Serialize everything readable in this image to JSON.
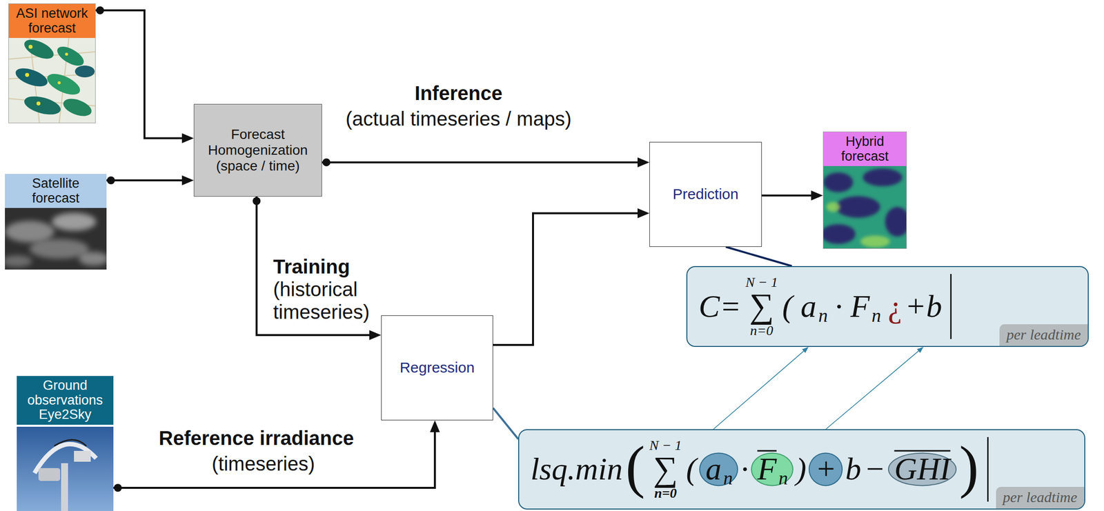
{
  "diagram": {
    "nodes": [
      {
        "text": [
          "ASI network forecast"
        ]
      },
      {
        "text": [
          "Satellite forecast"
        ]
      },
      {
        "text": [
          "Forecast Homogenization (space / time)"
        ]
      },
      {
        "text": [
          "Prediction"
        ]
      },
      {
        "text": [
          "Hybrid forecast"
        ]
      },
      {
        "text": [
          "C=",
          "N − 1",
          "∑",
          "n=0",
          "(",
          "a",
          "n",
          "·",
          "F",
          "n",
          "¿",
          "+b"
        ]
      },
      {
        "text": [
          "per leadtime"
        ],
        "in": 5
      },
      {
        "text": [
          "Regression"
        ]
      },
      {
        "text": [
          "Ground observations Eye2Sky"
        ]
      },
      {
        "text": [
          "lsq.min",
          "(",
          "N − 1",
          "∑",
          "n=0",
          "(",
          "a",
          "n",
          "·",
          "F",
          "n",
          ")",
          "+",
          "b",
          "−",
          "GHI",
          ")"
        ]
      },
      {
        "text": [
          "per leadtime"
        ],
        "in": 9
      }
    ],
    "edges": [
      {
        "from": 0,
        "to": 2,
        "arrow": "to"
      },
      {
        "from": 1,
        "to": 2,
        "arrow": "to"
      },
      {
        "from": 2,
        "to": 3,
        "label": "Inference",
        "arrow": "to"
      },
      {
        "from": 3,
        "to": 4,
        "arrow": "to"
      },
      {
        "from": 2,
        "to": 7,
        "label": "Training",
        "arrow": "to"
      },
      {
        "from": 7,
        "to": 3,
        "arrow": "to"
      },
      {
        "from": 8,
        "to": 7,
        "label": "Reference irradiance",
        "arrow": "to"
      },
      {
        "from": 3,
        "to": 5,
        "arrow": "none"
      },
      {
        "from": 7,
        "to": 9,
        "arrow": "none"
      },
      {
        "from": 9,
        "to": 5,
        "arrow": "to"
      },
      {
        "from": 9,
        "to": 5,
        "arrow": "to"
      }
    ],
    "labels": [
      "(actual timeseries / maps)",
      "(historical timeseries)",
      "(timeseries)"
    ]
  }
}
